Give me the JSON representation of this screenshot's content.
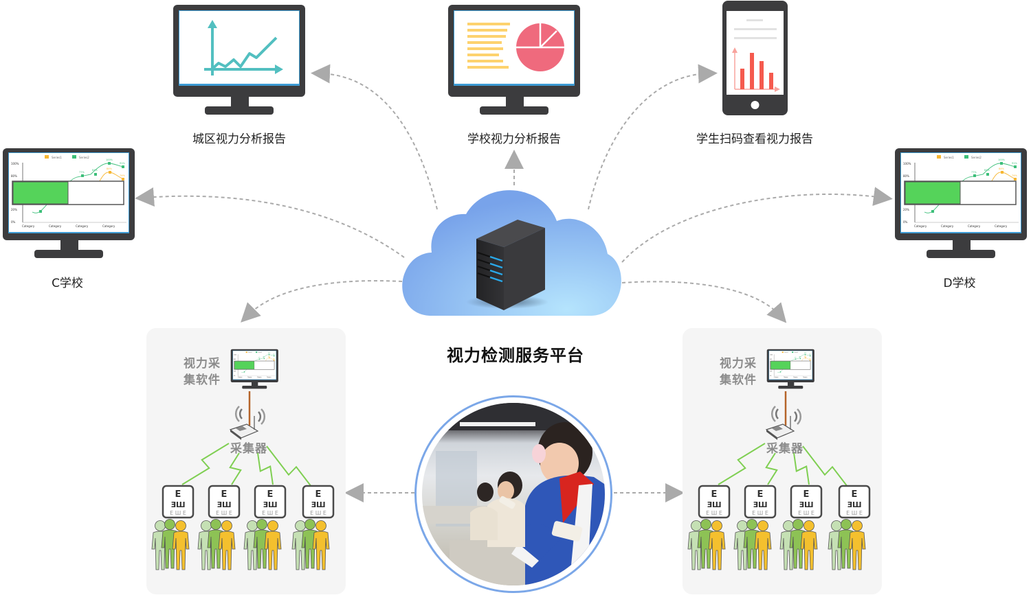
{
  "diagram": {
    "center": {
      "title": "视力检测服务平台",
      "icon": "cloud-server-icon"
    },
    "outputs": [
      {
        "id": "district-report",
        "label": "城区视力分析报告",
        "icon": "monitor-line-chart-icon"
      },
      {
        "id": "school-report",
        "label": "学校视力分析报告",
        "icon": "monitor-pie-chart-icon"
      },
      {
        "id": "student-scan-report",
        "label": "学生扫码查看视力报告",
        "icon": "phone-bar-chart-icon"
      },
      {
        "id": "school-c",
        "label": "C学校",
        "icon": "monitor-dashboard-icon"
      },
      {
        "id": "school-d",
        "label": "D学校",
        "icon": "monitor-dashboard-icon"
      }
    ],
    "sites": [
      {
        "id": "site-left",
        "software_label_line1": "视力采",
        "software_label_line2": "集软件",
        "collector_label": "采集器",
        "chart_groups": 4
      },
      {
        "id": "site-right",
        "software_label_line1": "视力采",
        "software_label_line2": "集软件",
        "collector_label": "采集器",
        "chart_groups": 4
      }
    ],
    "eye_chart": {
      "row1": "E",
      "row2": "ƎШ",
      "row3": "E Ш E"
    },
    "dashboard": {
      "legend": [
        "Series1",
        "Series2"
      ],
      "y_ticks": [
        "100%",
        "80%",
        "20%",
        "0%"
      ],
      "x_ticks": [
        "Category",
        "Category",
        "Category",
        "Category"
      ],
      "point_labels_series2": [
        "77%",
        "84%",
        "100%",
        "91%"
      ],
      "point_labels_series1": [
        "84%",
        "74%"
      ],
      "progress_fraction": 0.5
    },
    "photo": {
      "description": "students-vision-test-photo"
    }
  },
  "colors": {
    "monitor_body": "#3c3c3e",
    "screen_border": "#3d9bd4",
    "teal": "#52bfc0",
    "yellow": "#fdd26e",
    "pink": "#ef6a7d",
    "red_bar": "#f55a4e",
    "cloud_top": "#7aa6ea",
    "cloud_bottom": "#a9dcfb",
    "connector": "#aaaaaa",
    "green_signal": "#7fcf52",
    "person_light": "#c5e0b4",
    "person_mid": "#8dc255",
    "person_yellow": "#f4c02e",
    "progress_green": "#55d35a",
    "panel_bg": "#f5f5f5",
    "photo_ring": "#7ba7e8"
  }
}
